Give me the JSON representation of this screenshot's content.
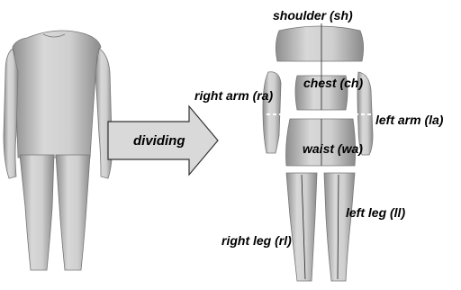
{
  "arrow": {
    "label": "dividing"
  },
  "parts": {
    "shoulder": "shoulder (sh)",
    "chest": "chest (ch)",
    "right_arm": "right arm (ra)",
    "left_arm": "left arm (la)",
    "waist": "waist (wa)",
    "left_leg": "left leg (ll)",
    "right_leg": "right leg (rl)"
  },
  "colors": {
    "body_fill": "#c8c8c8",
    "body_shade": "#9a9a9a",
    "arrow_fill": "#d9d9d9"
  }
}
